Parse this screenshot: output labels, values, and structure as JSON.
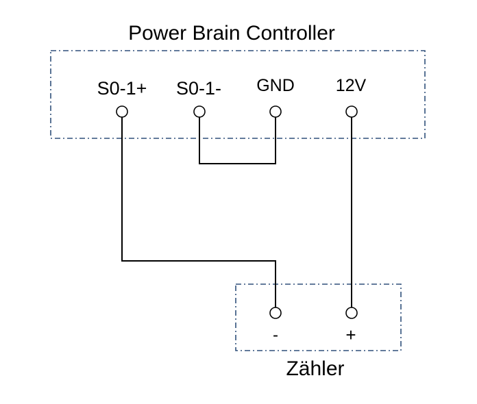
{
  "controller": {
    "title": "Power Brain Controller",
    "terminals": {
      "s0_plus": "S0-1+",
      "s0_minus": "S0-1-",
      "gnd": "GND",
      "v12": "12V"
    }
  },
  "meter": {
    "title": "Zähler",
    "terminals": {
      "minus": "-",
      "plus": "+"
    }
  },
  "colors": {
    "box_border": "#2e4f7a",
    "wire": "#000000",
    "text": "#000000"
  }
}
